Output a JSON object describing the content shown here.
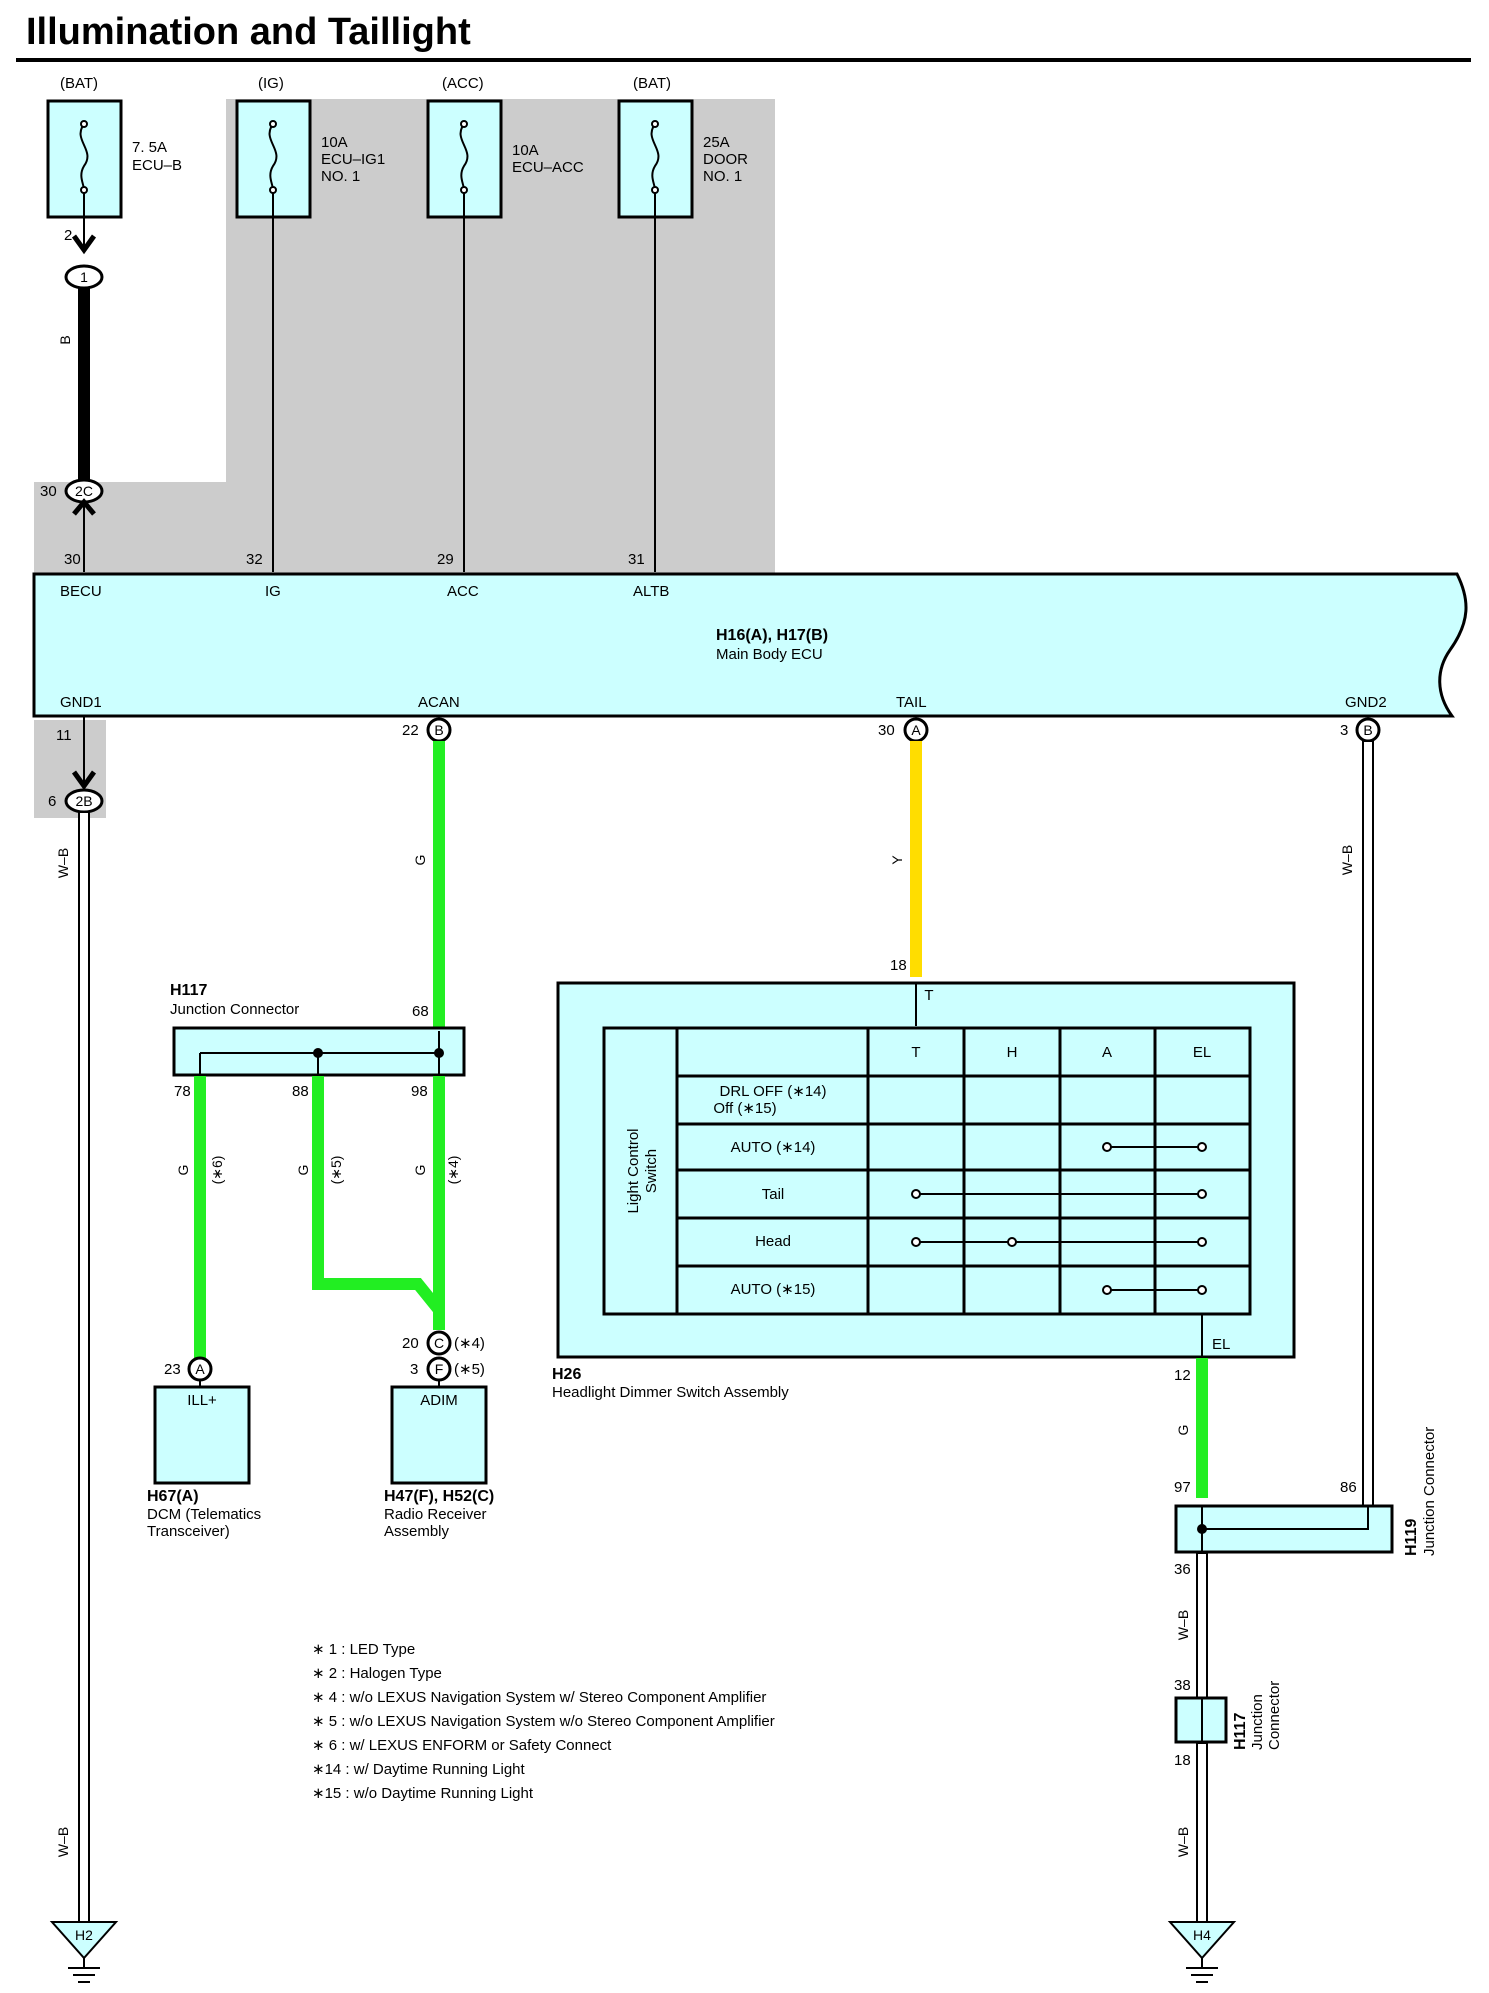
{
  "title": "Illumination and Taillight",
  "colors": {
    "component_fill": "#ccffff",
    "shaded_area": "#cccccc",
    "wire_green": "#22ee22",
    "wire_yellow": "#ffdd00",
    "wire_black": "#000000"
  },
  "fuses": [
    {
      "source": "(BAT)",
      "line1": "7. 5A",
      "line2": "ECU–B",
      "line3": ""
    },
    {
      "source": "(IG)",
      "line1": "10A",
      "line2": "ECU–IG1",
      "line3": "NO. 1"
    },
    {
      "source": "(ACC)",
      "line1": "10A",
      "line2": "ECU–ACC",
      "line3": ""
    },
    {
      "source": "(BAT)",
      "line1": "25A",
      "line2": "DOOR",
      "line3": "NO. 1"
    }
  ],
  "ecu": {
    "id": "H16(A), H17(B)",
    "name": "Main Body ECU",
    "top_pins": [
      {
        "num": "30",
        "label": "BECU"
      },
      {
        "num": "32",
        "label": "IG"
      },
      {
        "num": "29",
        "label": "ACC"
      },
      {
        "num": "31",
        "label": "ALTB"
      }
    ],
    "bottom_pins": [
      {
        "num": "11",
        "label": "GND1",
        "conn": ""
      },
      {
        "num": "22",
        "label": "ACAN",
        "conn": "B"
      },
      {
        "num": "30",
        "label": "TAIL",
        "conn": "A"
      },
      {
        "num": "3",
        "label": "GND2",
        "conn": "B"
      }
    ]
  },
  "connectors": {
    "c1": {
      "pin": "2",
      "id": "1"
    },
    "c2c": {
      "pin": "30",
      "id": "2C"
    },
    "c2b": {
      "pin": "6",
      "id": "2B"
    }
  },
  "wire_labels": {
    "b": "B",
    "wb_left": "W–B",
    "g_acan": "G",
    "y_tail": "Y",
    "wb_right": "W–B",
    "g_78": "G",
    "note_78": "(∗6)",
    "g_88": "G",
    "note_88": "(∗5)",
    "g_98": "G",
    "note_98": "(∗4)",
    "g_el": "G",
    "wb_36": "W–B",
    "wb_18": "W–B",
    "wb_h2": "W–B"
  },
  "h117_top": {
    "id": "H117",
    "name": "Junction Connector",
    "pin_in": "68",
    "pins_out": [
      "78",
      "88",
      "98"
    ]
  },
  "h67": {
    "pin": "23",
    "conn": "A",
    "label": "ILL+",
    "id": "H67(A)",
    "name1": "DCM (Telematics",
    "name2": "Transceiver)"
  },
  "h47": {
    "pin1": "20",
    "conn1": "C",
    "note1": "(∗4)",
    "pin2": "3",
    "conn2": "F",
    "note2": "(∗5)",
    "label": "ADIM",
    "id": "H47(F), H52(C)",
    "name1": "Radio Receiver",
    "name2": "Assembly"
  },
  "h26": {
    "pin_in": "18",
    "term_in": "T",
    "id": "H26",
    "name": "Headlight Dimmer Switch Assembly",
    "term_out": "EL",
    "pin_out": "12",
    "switch_label1": "Light Control",
    "switch_label2": "Switch",
    "columns": [
      "T",
      "H",
      "A",
      "EL"
    ],
    "rows": [
      {
        "line1": "DRL OFF (∗14)",
        "line2": "Off (∗15)"
      },
      {
        "line1": "AUTO (∗14)",
        "line2": ""
      },
      {
        "line1": "Tail",
        "line2": ""
      },
      {
        "line1": "Head",
        "line2": ""
      },
      {
        "line1": "AUTO (∗15)",
        "line2": ""
      }
    ]
  },
  "h119": {
    "id": "H119",
    "name": "Junction Connector",
    "pin_in_g": "97",
    "pin_in_wb": "86",
    "pin_out": "36"
  },
  "h117_bottom": {
    "id": "H117",
    "name1": "Junction",
    "name2": "Connector",
    "pin_in": "38",
    "pin_out": "18"
  },
  "grounds": {
    "left": "H2",
    "right": "H4"
  },
  "notes": [
    "∗ 1 : LED Type",
    "∗ 2 : Halogen Type",
    "∗ 4 : w/o LEXUS Navigation System w/ Stereo Component Amplifier",
    "∗ 5 : w/o LEXUS Navigation System w/o Stereo Component Amplifier",
    "∗ 6 : w/ LEXUS ENFORM or Safety Connect",
    "∗14 : w/ Daytime Running Light",
    "∗15 : w/o Daytime Running Light"
  ]
}
